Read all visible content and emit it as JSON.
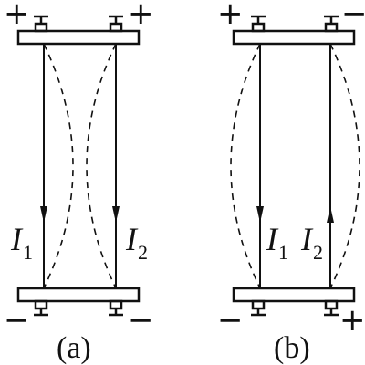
{
  "figures": [
    {
      "caption": "(a)",
      "top": {
        "left_sign": "+",
        "right_sign": "+"
      },
      "bottom": {
        "left_sign": "−",
        "right_sign": "−"
      },
      "wire1": {
        "label": "I",
        "sub": "1",
        "direction": "down"
      },
      "wire2": {
        "label": "I",
        "sub": "2",
        "direction": "down"
      },
      "field_curves": "converging"
    },
    {
      "caption": "(b)",
      "top": {
        "left_sign": "+",
        "right_sign": "−"
      },
      "bottom": {
        "left_sign": "−",
        "right_sign": "+"
      },
      "wire1": {
        "label": "I",
        "sub": "1",
        "direction": "down"
      },
      "wire2": {
        "label": "I",
        "sub": "2",
        "direction": "up"
      },
      "field_curves": "diverging"
    }
  ],
  "colors": {
    "ink": "#111111",
    "background": "#ffffff"
  }
}
